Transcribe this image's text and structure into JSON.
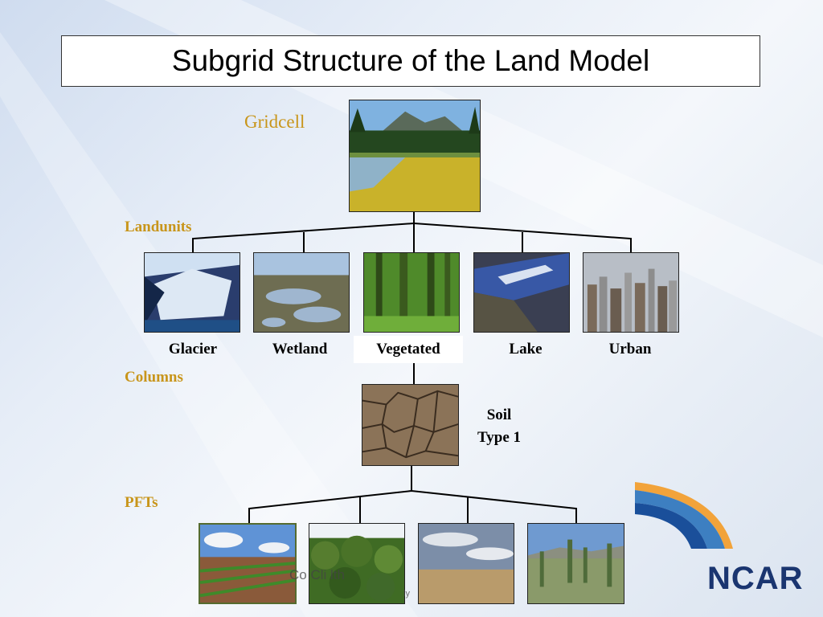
{
  "title": "Subgrid Structure of the Land Model",
  "gridcell_label": "Gridcell",
  "landunits_label": "Landunits",
  "columns_label": "Columns",
  "pfts_label": "PFTs",
  "landunits": [
    "Glacier",
    "Wetland",
    "Vegetated",
    "Lake",
    "Urban"
  ],
  "soil_label": [
    "Soil",
    "Type 1"
  ],
  "ghost_text": "Co          Cli          lth",
  "ghost_text2": "ly",
  "logo_text": "NCAR",
  "colors": {
    "accent_gold": "#c8951a",
    "ncar_blue": "#1a3570"
  }
}
